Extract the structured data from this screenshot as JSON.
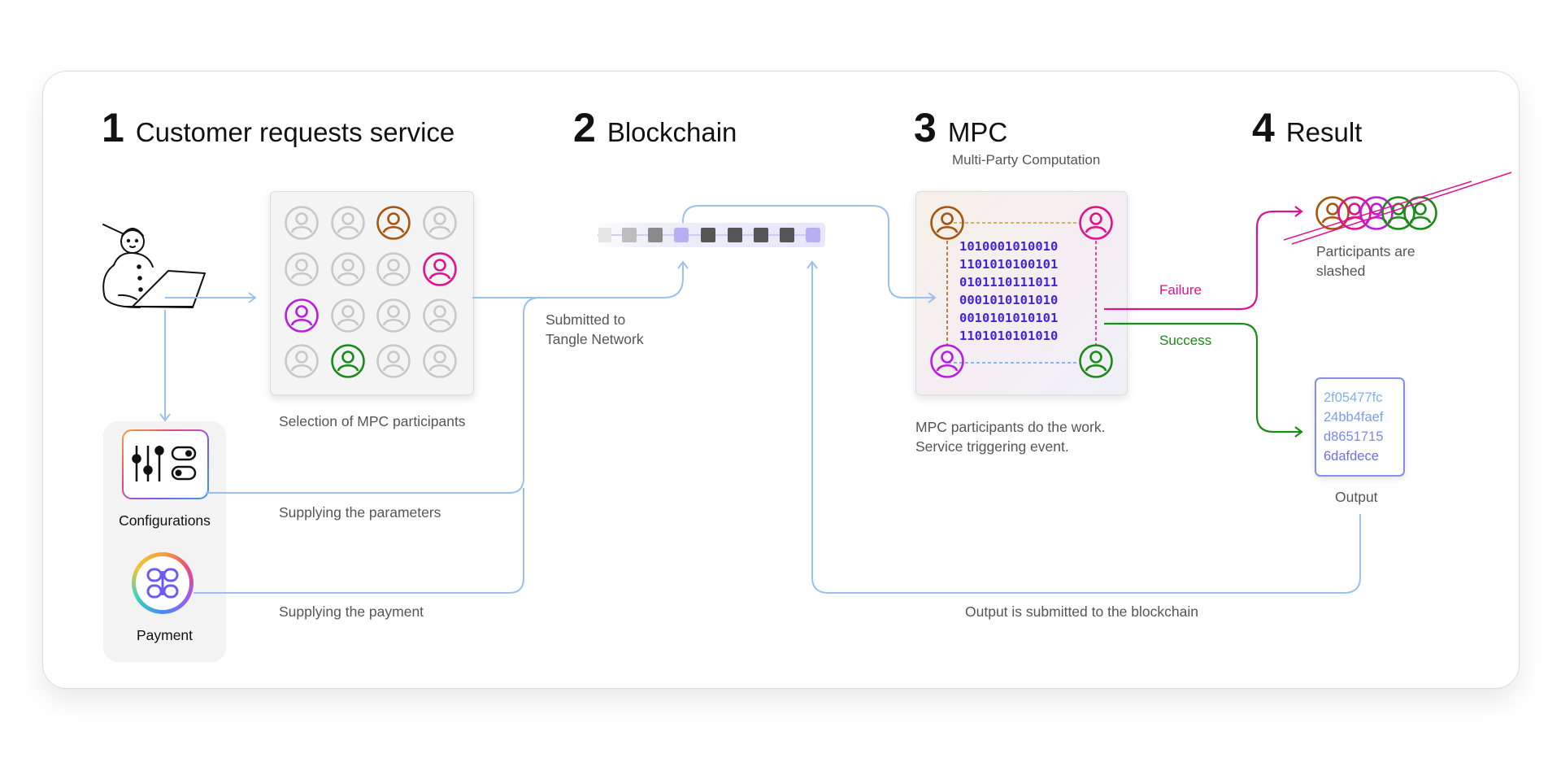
{
  "steps": [
    {
      "number": "1",
      "label": "Customer requests service"
    },
    {
      "number": "2",
      "label": "Blockchain"
    },
    {
      "number": "3",
      "label": "MPC",
      "subtitle": "Multi-Party Computation"
    },
    {
      "number": "4",
      "label": "Result"
    }
  ],
  "captions": {
    "selection": "Selection of MPC participants",
    "parameters": "Supplying the parameters",
    "payment": "Supplying the payment",
    "submitted_line1": "Submitted to",
    "submitted_line2": "Tangle Network",
    "mpc_work_line1": "MPC participants do the work.",
    "mpc_work_line2": "Service triggering event.",
    "output_submitted": "Output is submitted to the blockchain",
    "slashed_line1": "Participants are",
    "slashed_line2": "slashed",
    "output": "Output"
  },
  "side_panel": {
    "configurations": "Configurations",
    "payment": "Payment"
  },
  "branches": {
    "failure": "Failure",
    "success": "Success"
  },
  "binary_lines": [
    "1010001010010",
    "1101010100101",
    "0101110111011",
    "0001010101010",
    "0010101010101",
    "1101010101010"
  ],
  "output_hash": [
    "2f05477fc",
    "24bb4faef",
    "d8651715",
    "6dafdece"
  ],
  "colors": {
    "flow_line": "#9cc0ee",
    "failure": "#e0138c",
    "success": "#1a8a1a",
    "participant_gray": "#c8c8c8",
    "participant_orange": "#a8550e",
    "participant_pink": "#e0138c",
    "participant_purple": "#b91ee0",
    "participant_green": "#1a8a1a",
    "binary_text": "#3f25d6",
    "block_active": "#b6b0f2",
    "block_dark": "#555555"
  },
  "icons": [
    "customer-at-laptop-icon",
    "sliders-toggles-icon",
    "tangle-logo-icon",
    "user-icon"
  ]
}
